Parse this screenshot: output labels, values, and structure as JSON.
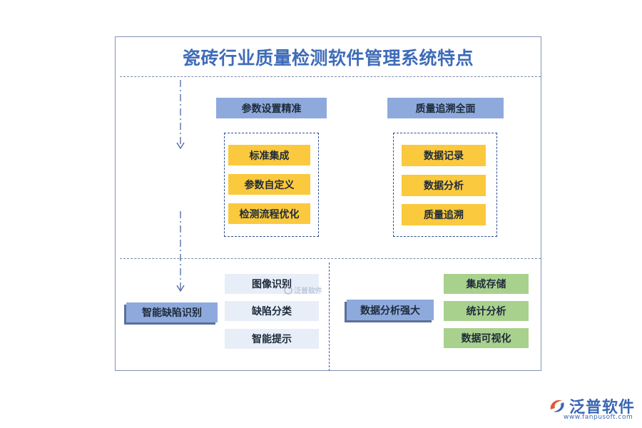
{
  "title": "瓷砖行业质量检测软件管理系统特点",
  "sections": {
    "param": {
      "header": "参数设置精准",
      "items": [
        "标准集成",
        "参数自定义",
        "检测流程优化"
      ]
    },
    "trace": {
      "header": "质量追溯全面",
      "items": [
        "数据记录",
        "数据分析",
        "质量追溯"
      ]
    },
    "defect": {
      "header": "智能缺陷识别",
      "items": [
        "图像识别",
        "缺陷分类",
        "智能提示"
      ]
    },
    "analysis": {
      "header": "数据分析强大",
      "items": [
        "集成存储",
        "统计分析",
        "数据可视化"
      ]
    }
  },
  "watermark": "泛普软件",
  "logo": {
    "name": "泛普软件",
    "url": "www.fanpusoft.com"
  },
  "colors": {
    "title": "#3f6cb8",
    "header_blue": "#8eaadc",
    "item_yellow": "#fbc93d",
    "item_light": "#e8eef8",
    "item_green": "#a9d18e"
  }
}
